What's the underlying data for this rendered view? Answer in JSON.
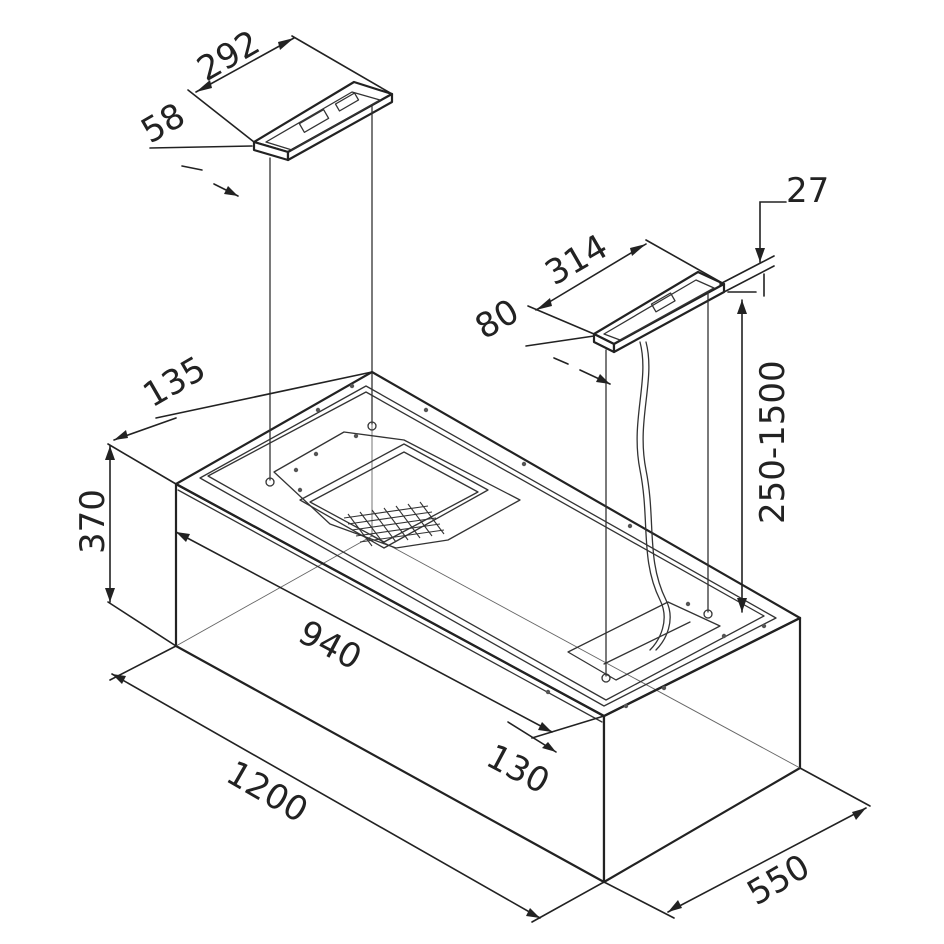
{
  "dimensions": {
    "mount_left_width": "292",
    "mount_left_depth": "58",
    "mount_right_width": "314",
    "mount_right_depth": "80",
    "mount_right_thickness": "27",
    "cable_length": "250-1500",
    "top_offset_back": "135",
    "body_height": "370",
    "inner_length": "940",
    "top_offset_front": "130",
    "body_length": "1200",
    "body_depth": "550"
  }
}
